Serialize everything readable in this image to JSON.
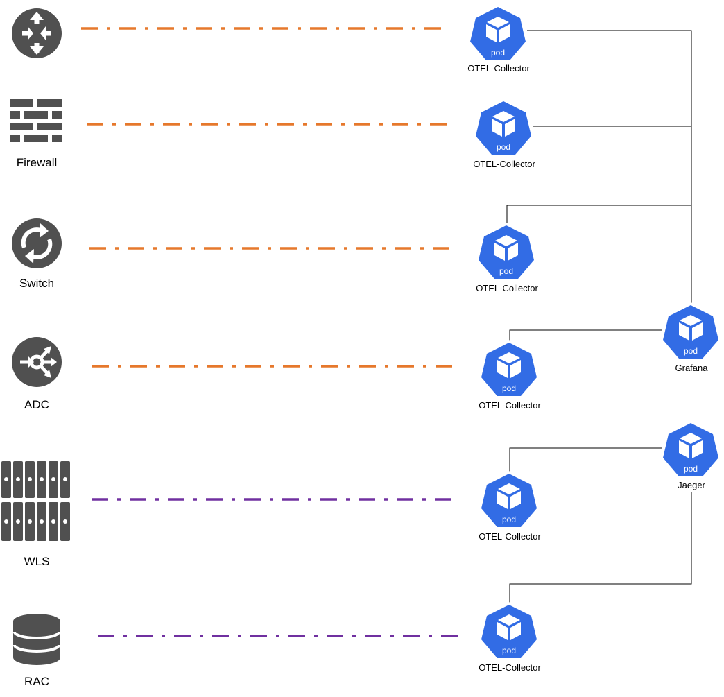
{
  "diagram": {
    "colors": {
      "background": "#ffffff",
      "device_icon": "#505050",
      "pod_fill": "#326ce5",
      "pod_border": "#ffffff",
      "connector": "#000000",
      "link_orange": "#e6782c",
      "link_purple": "#7030a0"
    },
    "devices": [
      {
        "id": "router",
        "icon": "router-icon",
        "label": ""
      },
      {
        "id": "firewall",
        "icon": "firewall-icon",
        "label": "Firewall"
      },
      {
        "id": "switch",
        "icon": "switch-icon",
        "label": "Switch"
      },
      {
        "id": "adc",
        "icon": "adc-icon",
        "label": "ADC"
      },
      {
        "id": "wls",
        "icon": "server-rack-icon",
        "label": "WLS"
      },
      {
        "id": "rac",
        "icon": "database-icon",
        "label": "RAC"
      }
    ],
    "collectors": [
      {
        "id": "collector-1",
        "pod_text": "pod",
        "label": "OTEL-Collector"
      },
      {
        "id": "collector-2",
        "pod_text": "pod",
        "label": "OTEL-Collector"
      },
      {
        "id": "collector-3",
        "pod_text": "pod",
        "label": "OTEL-Collector"
      },
      {
        "id": "collector-4",
        "pod_text": "pod",
        "label": "OTEL-Collector"
      },
      {
        "id": "collector-5",
        "pod_text": "pod",
        "label": "OTEL-Collector"
      },
      {
        "id": "collector-6",
        "pod_text": "pod",
        "label": "OTEL-Collector"
      }
    ],
    "backends": [
      {
        "id": "grafana",
        "pod_text": "pod",
        "label": "Grafana"
      },
      {
        "id": "jaeger",
        "pod_text": "pod",
        "label": "Jaeger"
      }
    ],
    "links": [
      {
        "from": "router",
        "to": "collector-1",
        "color": "orange"
      },
      {
        "from": "firewall",
        "to": "collector-2",
        "color": "orange"
      },
      {
        "from": "switch",
        "to": "collector-3",
        "color": "orange"
      },
      {
        "from": "adc",
        "to": "collector-4",
        "color": "orange"
      },
      {
        "from": "wls",
        "to": "collector-5",
        "color": "purple"
      },
      {
        "from": "rac",
        "to": "collector-6",
        "color": "purple"
      }
    ],
    "connections": [
      {
        "from": "collector-1",
        "to": "grafana"
      },
      {
        "from": "collector-2",
        "to": "grafana"
      },
      {
        "from": "collector-3",
        "to": "grafana"
      },
      {
        "from": "collector-4",
        "to": "grafana"
      },
      {
        "from": "collector-5",
        "to": "jaeger"
      },
      {
        "from": "collector-6",
        "to": "jaeger"
      }
    ]
  }
}
